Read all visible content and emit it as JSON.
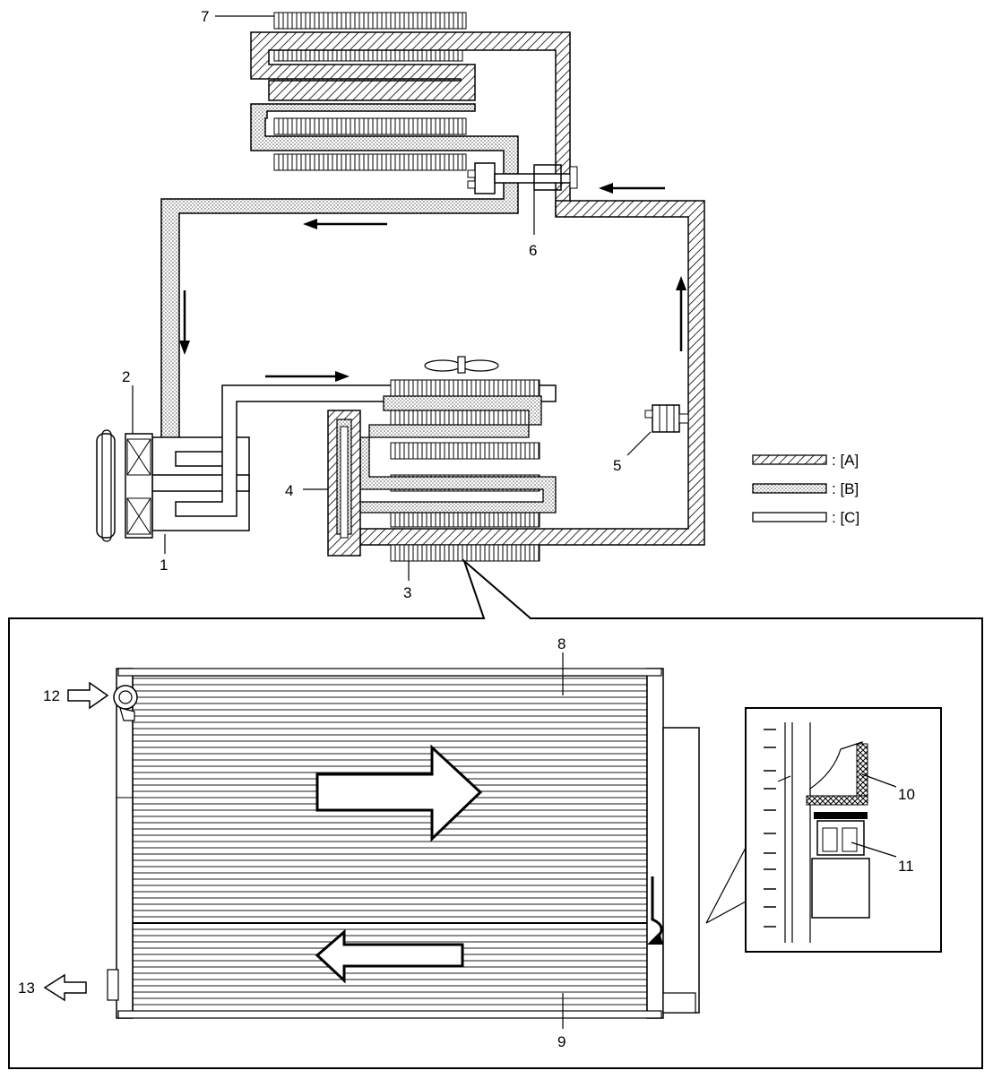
{
  "callouts": [
    "1",
    "2",
    "3",
    "4",
    "5",
    "6",
    "7",
    "8",
    "9",
    "10",
    "11",
    "12",
    "13"
  ],
  "legend": [
    {
      "pattern": "hatch",
      "label": ": [A]"
    },
    {
      "pattern": "dots",
      "label": ": [B]"
    },
    {
      "pattern": "plain",
      "label": ": [C]"
    }
  ]
}
